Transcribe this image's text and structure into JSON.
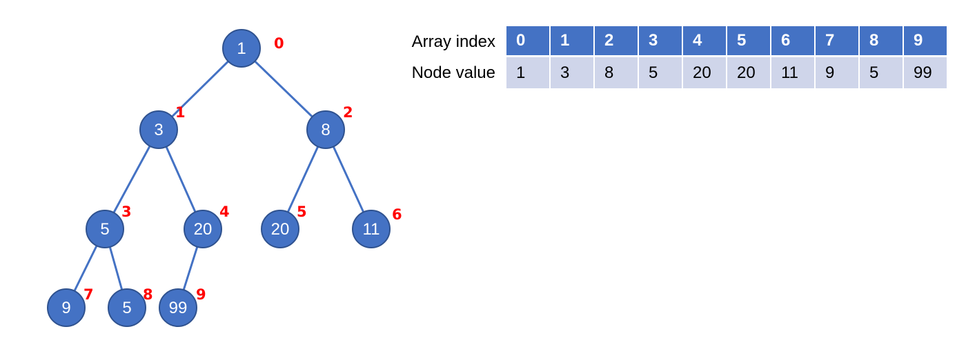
{
  "tree": {
    "nodes": [
      {
        "index": "0",
        "value": "1"
      },
      {
        "index": "1",
        "value": "3"
      },
      {
        "index": "2",
        "value": "8"
      },
      {
        "index": "3",
        "value": "5"
      },
      {
        "index": "4",
        "value": "20"
      },
      {
        "index": "5",
        "value": "20"
      },
      {
        "index": "6",
        "value": "11"
      },
      {
        "index": "7",
        "value": "9"
      },
      {
        "index": "8",
        "value": "5"
      },
      {
        "index": "9",
        "value": "99"
      }
    ],
    "edges": [
      [
        0,
        1
      ],
      [
        0,
        2
      ],
      [
        1,
        3
      ],
      [
        1,
        4
      ],
      [
        2,
        5
      ],
      [
        2,
        6
      ],
      [
        3,
        7
      ],
      [
        3,
        8
      ],
      [
        4,
        9
      ]
    ],
    "node_color": "#4472c4",
    "index_color": "#ff0000"
  },
  "array_table": {
    "index_label": "Array index",
    "value_label": "Node value",
    "indices": [
      "0",
      "1",
      "2",
      "3",
      "4",
      "5",
      "6",
      "7",
      "8",
      "9"
    ],
    "values": [
      "1",
      "3",
      "8",
      "5",
      "20",
      "20",
      "11",
      "9",
      "5",
      "99"
    ],
    "header_color": "#4472c4",
    "value_row_color": "#cfd5ea"
  }
}
